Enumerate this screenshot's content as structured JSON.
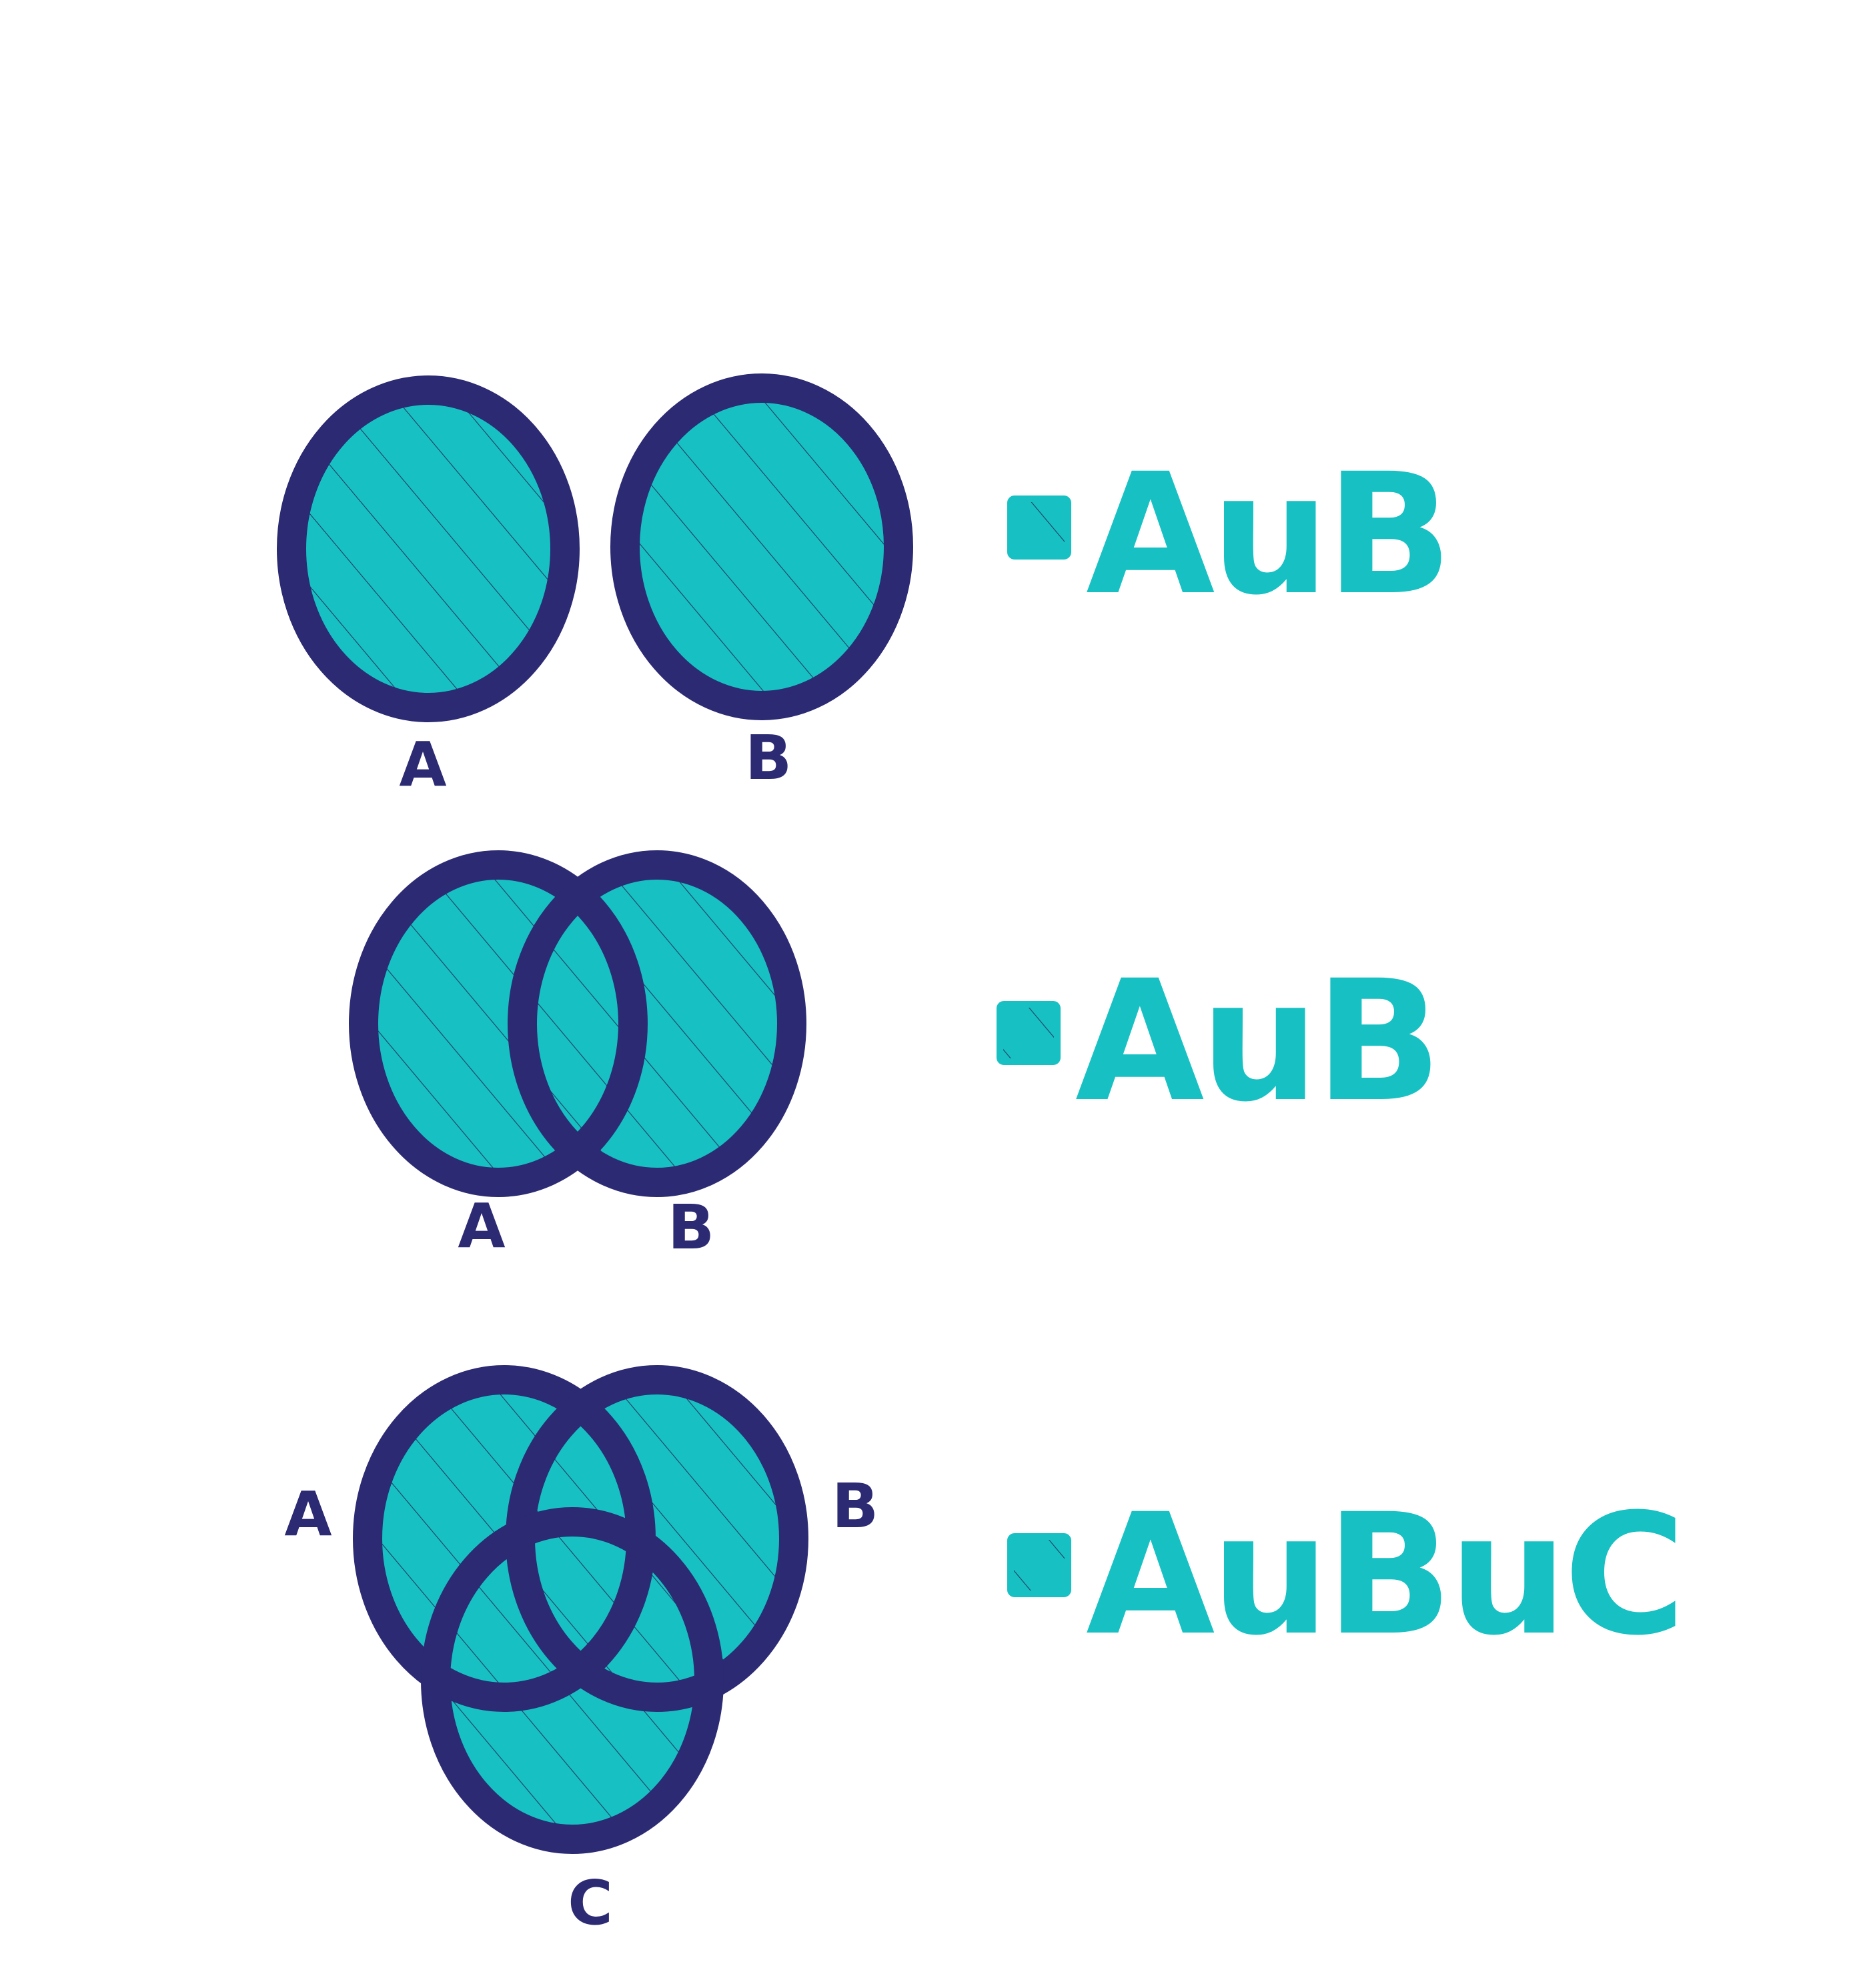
{
  "colors": {
    "fill": "#17c1c3",
    "outline": "#2b2a73",
    "hatch": "#1f3d66",
    "legend_text": "#17c1c3",
    "background": "#ffffff"
  },
  "diagrams": [
    {
      "id": "disjoint",
      "set_labels": [
        "A",
        "B"
      ],
      "legend_label": "AuB"
    },
    {
      "id": "overlap-two",
      "set_labels": [
        "A",
        "B"
      ],
      "legend_label": "AuB"
    },
    {
      "id": "overlap-three",
      "set_labels": [
        "A",
        "B",
        "C"
      ],
      "legend_label": "AuBuC"
    }
  ]
}
